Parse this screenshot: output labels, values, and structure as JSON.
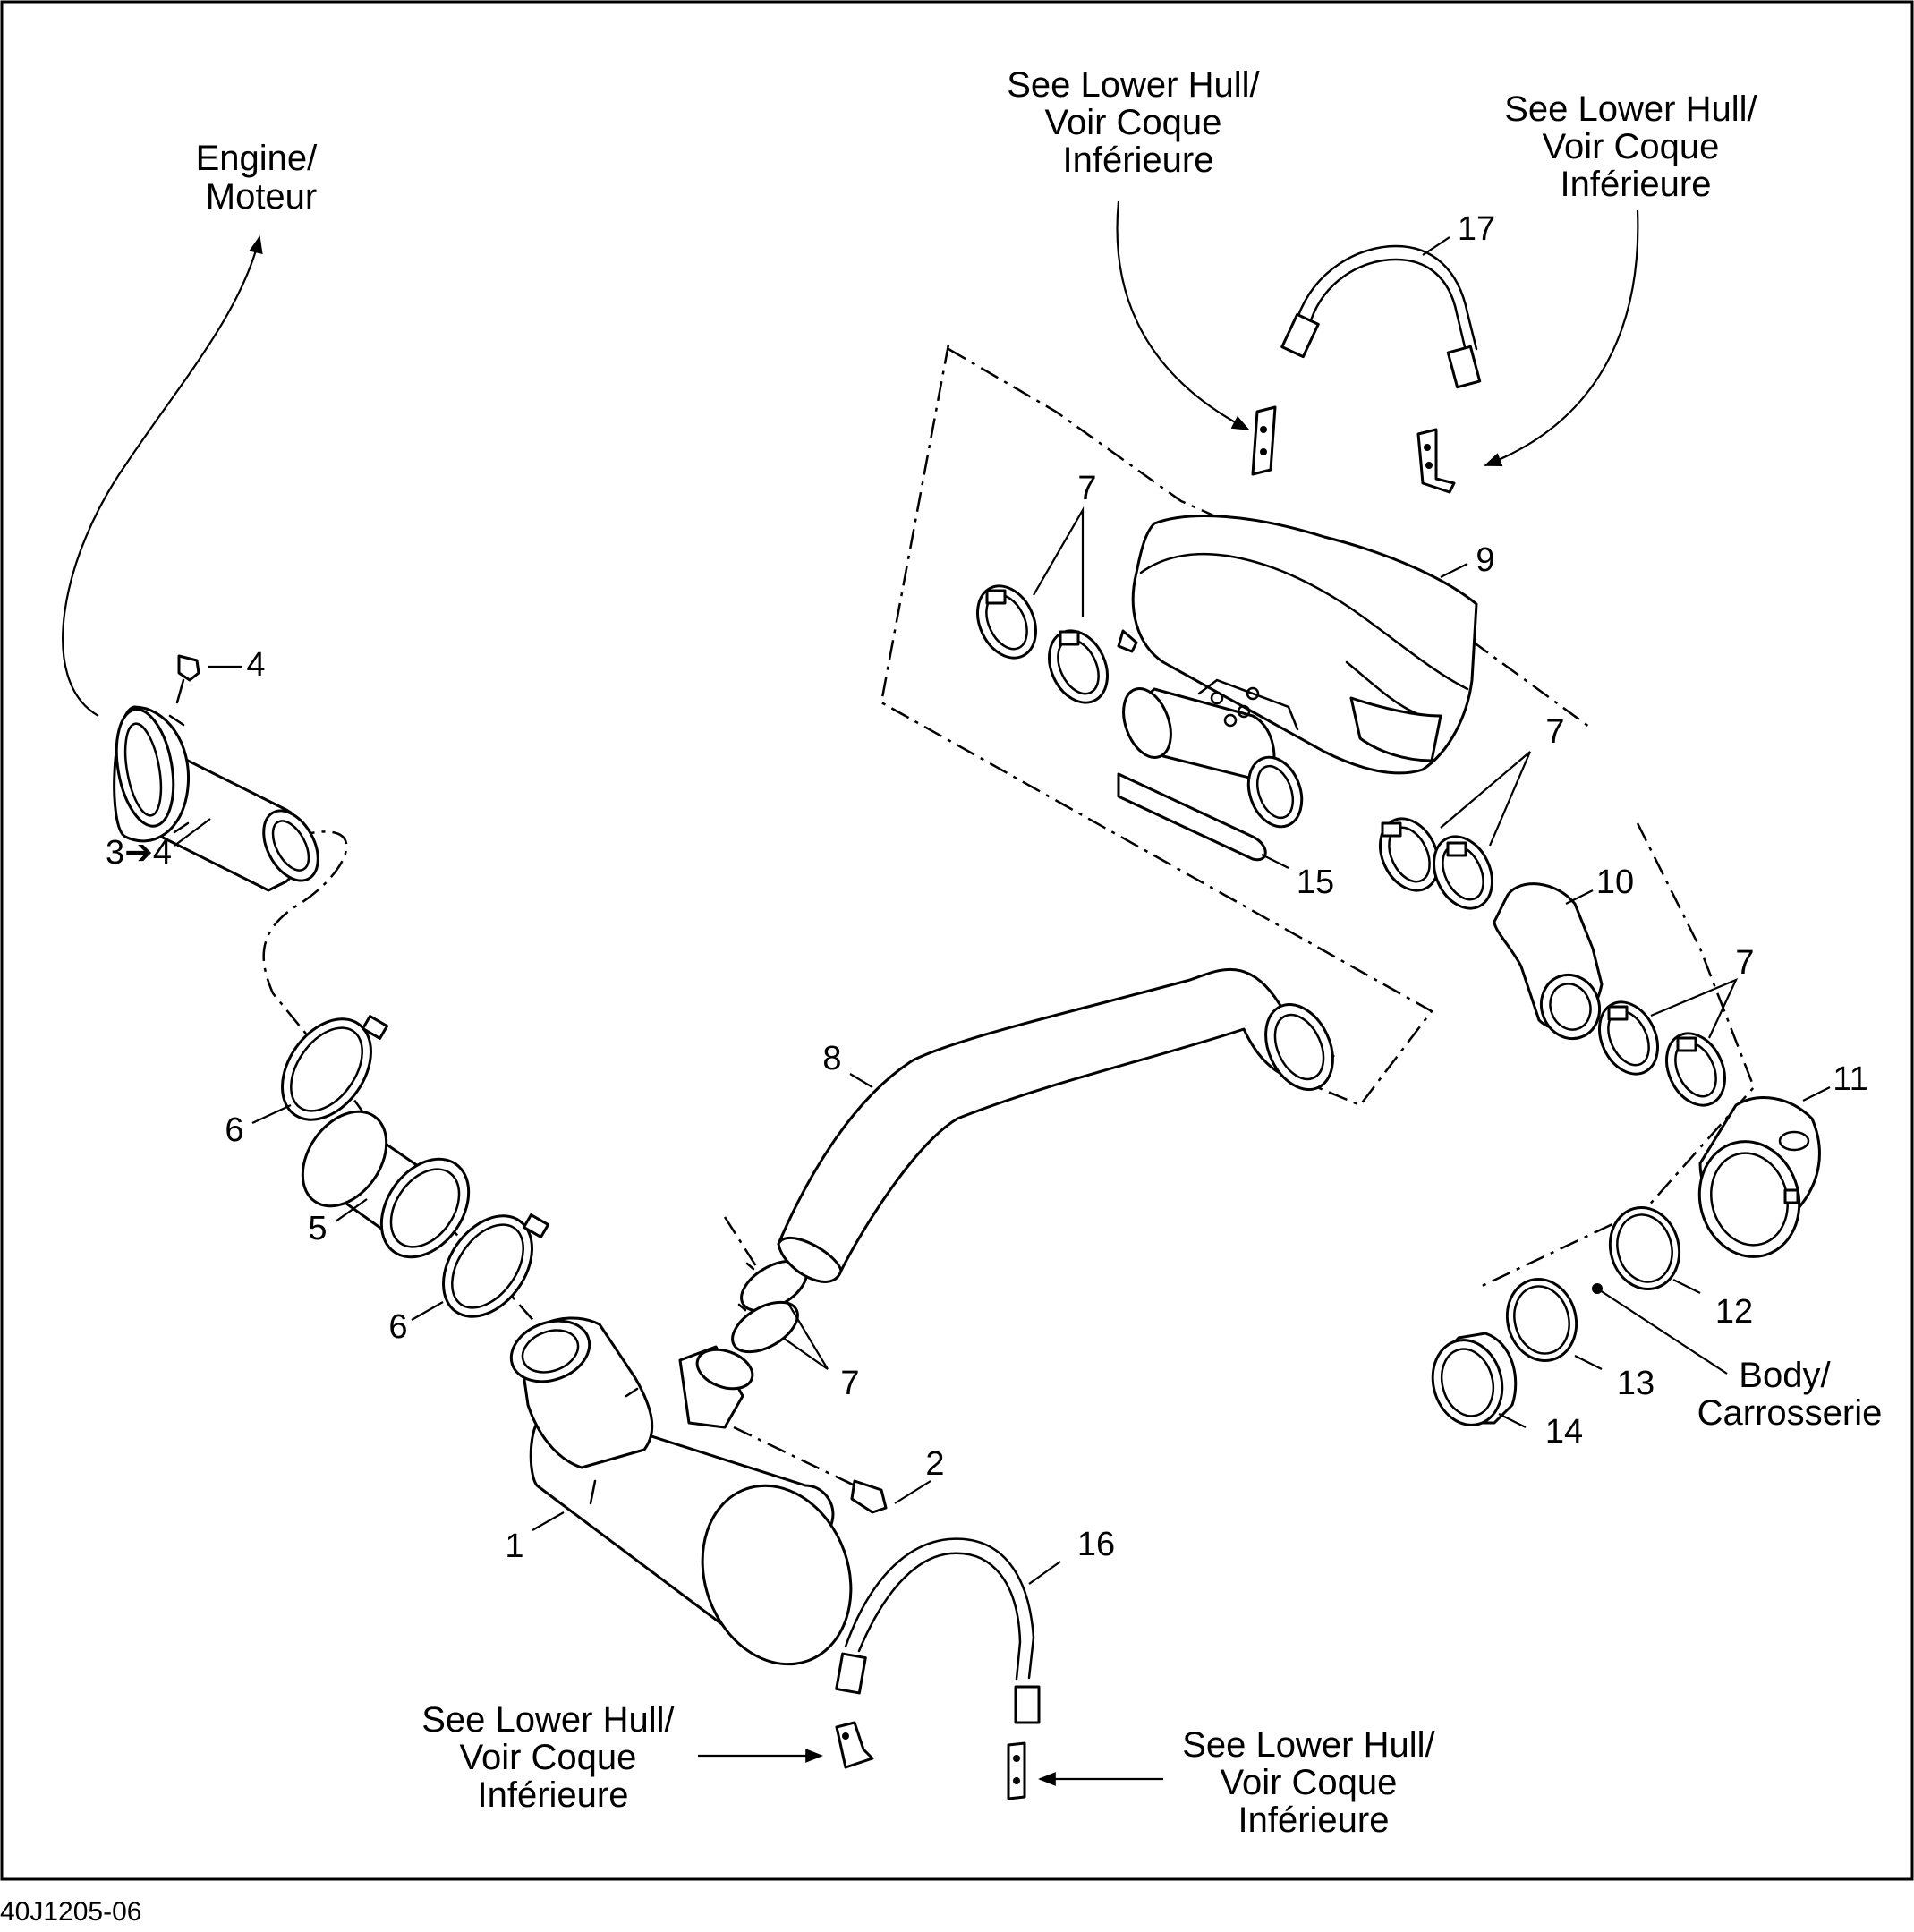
{
  "figure_code": "40J1205-06",
  "engine_label": [
    "Engine/",
    "Moteur"
  ],
  "body_label": [
    "Body/",
    "Carrosserie"
  ],
  "see_lower_hull": [
    "See Lower Hull/",
    "Voir Coque",
    "Inférieure"
  ],
  "callouts": {
    "p1": "1",
    "p2": "2",
    "p3": "3➔4",
    "p4": "4",
    "p5": "5",
    "p6a": "6",
    "p6b": "6",
    "p7a": "7",
    "p7b": "7",
    "p7c": "7",
    "p7d": "7",
    "p8": "8",
    "p9": "9",
    "p10": "10",
    "p11": "11",
    "p12": "12",
    "p13": "13",
    "p14": "14",
    "p15": "15",
    "p16": "16",
    "p17": "17"
  }
}
